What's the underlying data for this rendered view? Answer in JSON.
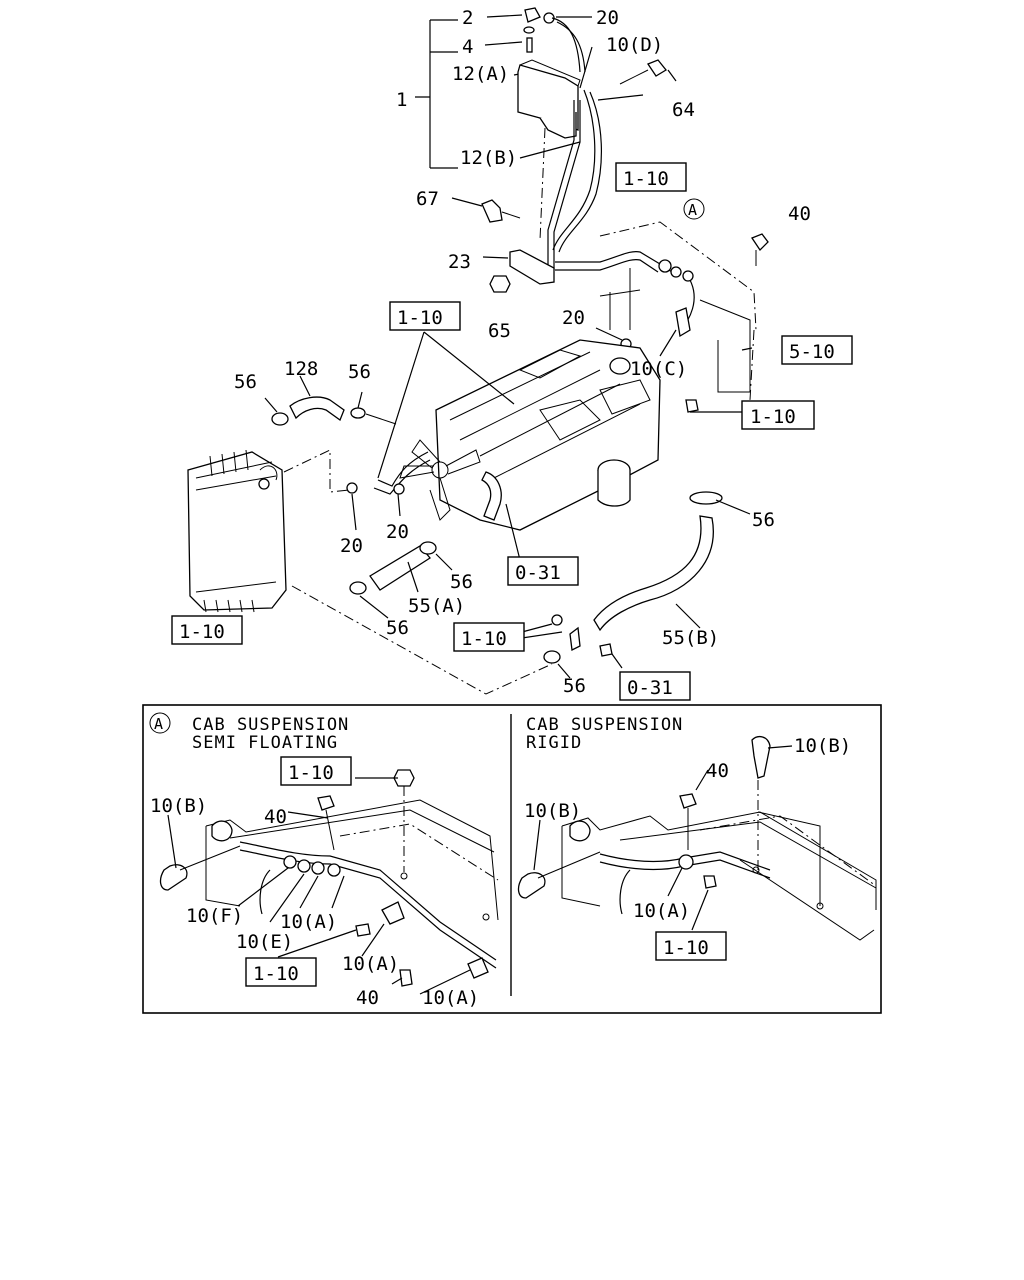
{
  "callouts": {
    "c2": "2",
    "c20a": "20",
    "c4": "4",
    "c10d": "10(D)",
    "c12a": "12(A)",
    "c1": "1",
    "c64": "64",
    "c12b": "12(B)",
    "c110a": "1-10",
    "c67": "67",
    "c40a": "40",
    "cA": "A",
    "c23": "23",
    "c65": "65",
    "c110b": "1-10",
    "c20b": "20",
    "c510": "5-10",
    "c10c": "10(C)",
    "c128": "128",
    "c56a": "56",
    "c56b": "56",
    "c110c": "1-10",
    "c20c": "20",
    "c20d": "20",
    "c56c": "56",
    "c031a": "0-31",
    "c56d": "56",
    "c55a": "55(A)",
    "c56e": "56",
    "c110d": "1-10",
    "c110e": "1-10",
    "c55b": "55(B)",
    "c031b": "0-31",
    "c56f": "56"
  },
  "detail_left": {
    "marker": "A",
    "title_line1": "CAB SUSPENSION",
    "title_line2": "SEMI FLOATING",
    "labels": {
      "l110a": "1-10",
      "l10b": "10(B)",
      "l40a": "40",
      "l10f": "10(F)",
      "l10a1": "10(A)",
      "l10e": "10(E)",
      "l110b": "1-10",
      "l10a2": "10(A)",
      "l40b": "40",
      "l10a3": "10(A)"
    }
  },
  "detail_right": {
    "title_line1": "CAB SUSPENSION",
    "title_line2": "RIGID",
    "labels": {
      "r10b1": "10(B)",
      "r40": "40",
      "r10b2": "10(B)",
      "r10a": "10(A)",
      "r110": "1-10"
    }
  }
}
